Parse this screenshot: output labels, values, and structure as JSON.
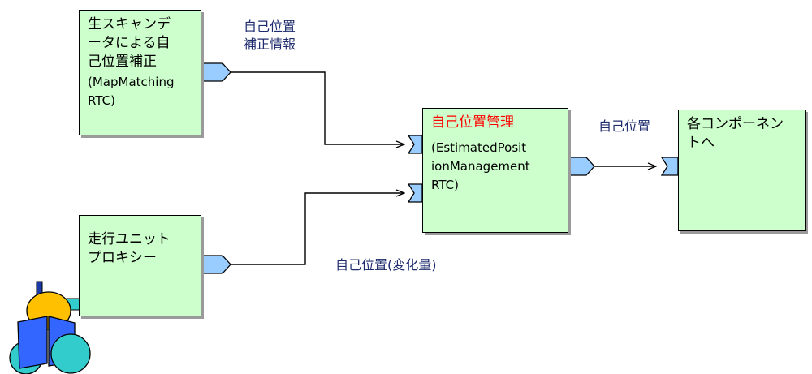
{
  "boxes": {
    "mapmatching": {
      "title": "生スキャンデ\nータによる自\n己位置補正",
      "sub": "(MapMatching\nRTC)"
    },
    "estimated": {
      "title": "自己位置管理",
      "sub": "(EstimatedPosit\nionManagement\nRTC)"
    },
    "components": {
      "title": "各コンポーネン\nトへ"
    },
    "proxy": {
      "title": "走行ユニット\nプロキシー"
    }
  },
  "labels": {
    "correction": "自己位置\n補正情報",
    "position": "自己位置",
    "delta": "自己位置(変化量)"
  },
  "colors": {
    "box_fill": "#ccffcc",
    "port_fill": "#99ccff",
    "title_red": "#ff0000",
    "label_text": "#1f2d6e"
  },
  "icons": {
    "robot": "robot-icon"
  }
}
